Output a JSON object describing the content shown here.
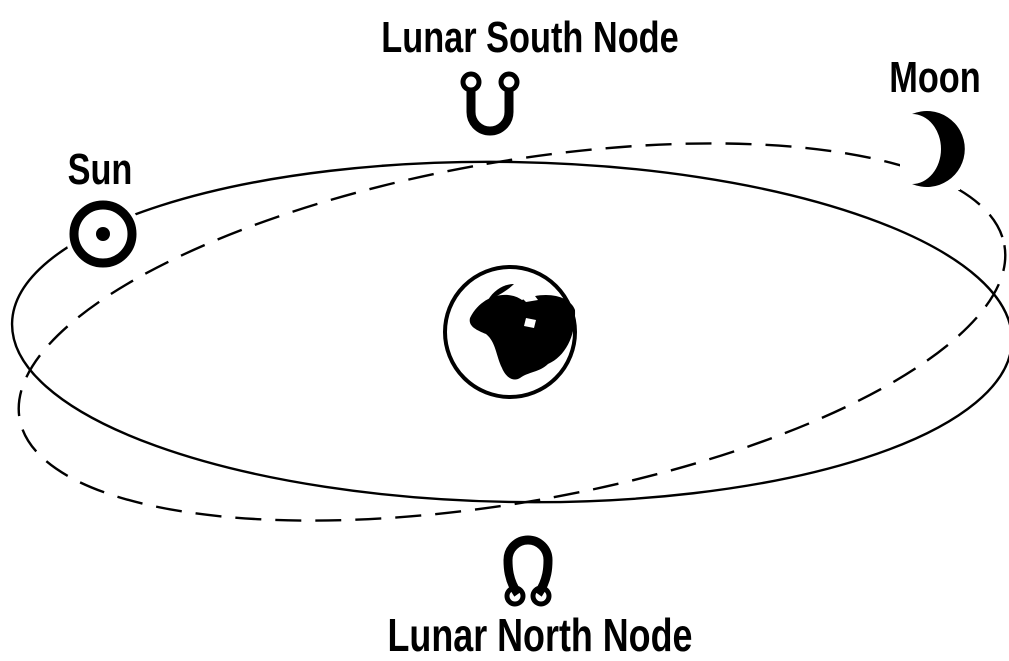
{
  "labels": {
    "lunar_south_node": "Lunar South Node",
    "moon": "Moon",
    "sun": "Sun",
    "lunar_north_node": "Lunar North Node"
  },
  "icons": {
    "sun": "sun-icon",
    "moon": "crescent-moon-icon",
    "earth": "earth-globe-icon",
    "south_node": "south-node-icon",
    "north_node": "north-node-icon"
  },
  "colors": {
    "ink": "#000000",
    "background": "#ffffff"
  }
}
